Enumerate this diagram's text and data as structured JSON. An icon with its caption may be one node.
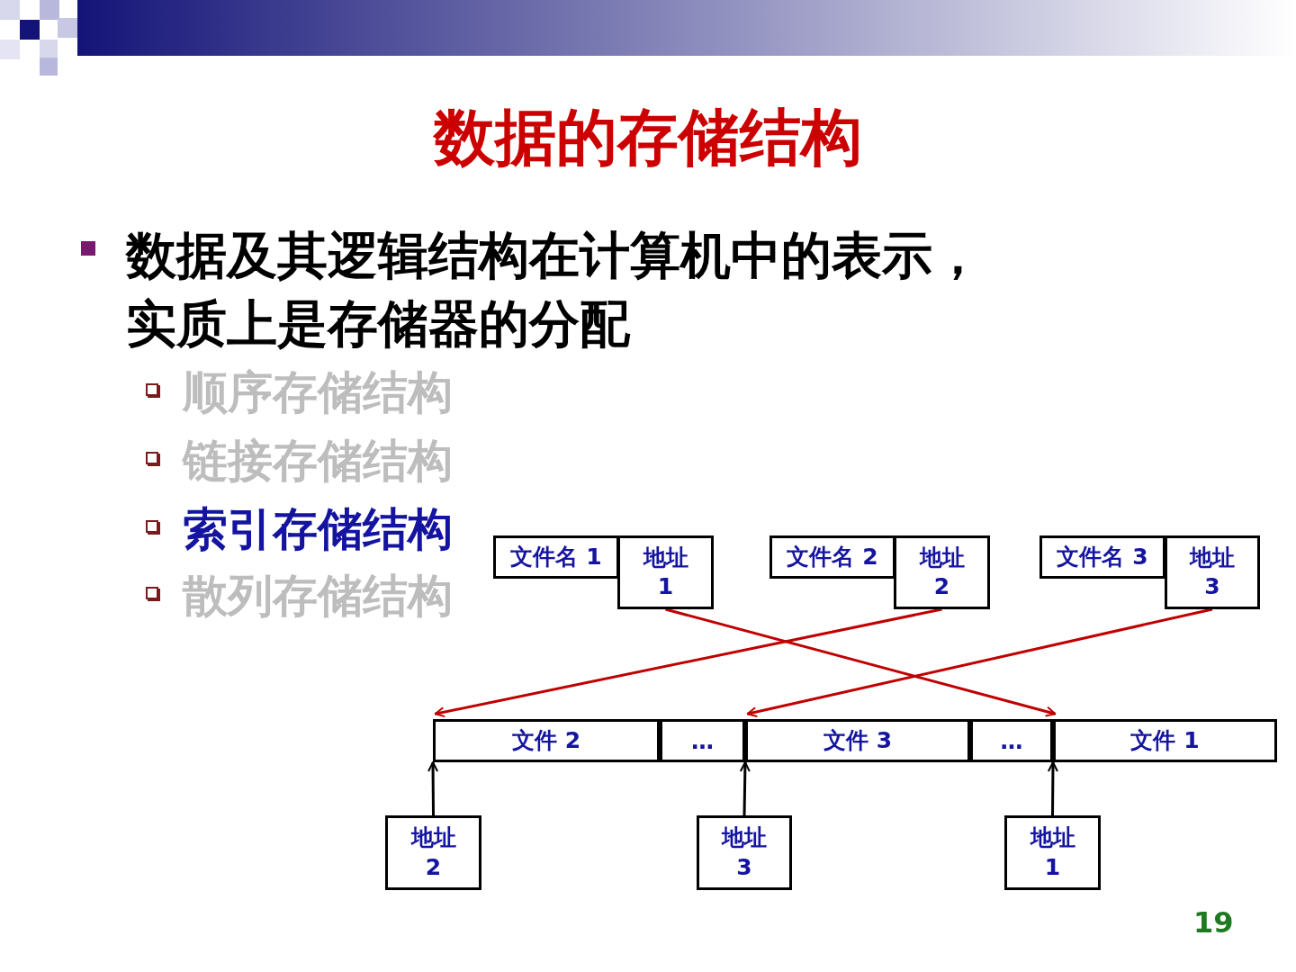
{
  "diagram": {
    "title": "数据的存储结构",
    "nodes": [
      {
        "text": [
          "文件名 1"
        ]
      },
      {
        "text": [
          "地址 1"
        ]
      },
      {
        "text": [
          "文件名 2"
        ]
      },
      {
        "text": [
          "地址 2"
        ]
      },
      {
        "text": [
          "文件名 3"
        ]
      },
      {
        "text": [
          "地址 3"
        ]
      },
      {
        "text": [
          "文件 2"
        ]
      },
      {
        "text": [
          "…"
        ]
      },
      {
        "text": [
          "文件 3"
        ]
      },
      {
        "text": [
          "…"
        ]
      },
      {
        "text": [
          "文件 1"
        ]
      },
      {
        "text": [
          "地址 2"
        ]
      },
      {
        "text": [
          "地址 3"
        ]
      },
      {
        "text": [
          "地址 1"
        ]
      }
    ],
    "edges": [
      {
        "from": 1,
        "to": 10,
        "arrow": "to",
        "color": "#c00000"
      },
      {
        "from": 3,
        "to": 6,
        "arrow": "to",
        "color": "#c00000"
      },
      {
        "from": 5,
        "to": 8,
        "arrow": "to",
        "color": "#c00000"
      },
      {
        "from": 11,
        "to": 6,
        "arrow": "to",
        "color": "#000000"
      },
      {
        "from": 12,
        "to": 8,
        "arrow": "to",
        "color": "#000000"
      },
      {
        "from": 13,
        "to": 10,
        "arrow": "to",
        "color": "#000000"
      }
    ],
    "labels": [
      "数据及其逻辑结构在计算机中的表示，实质上是存储器的分配",
      "顺序存储结构",
      "链接存储结构",
      "索引存储结构",
      "散列存储结构",
      "19"
    ]
  }
}
